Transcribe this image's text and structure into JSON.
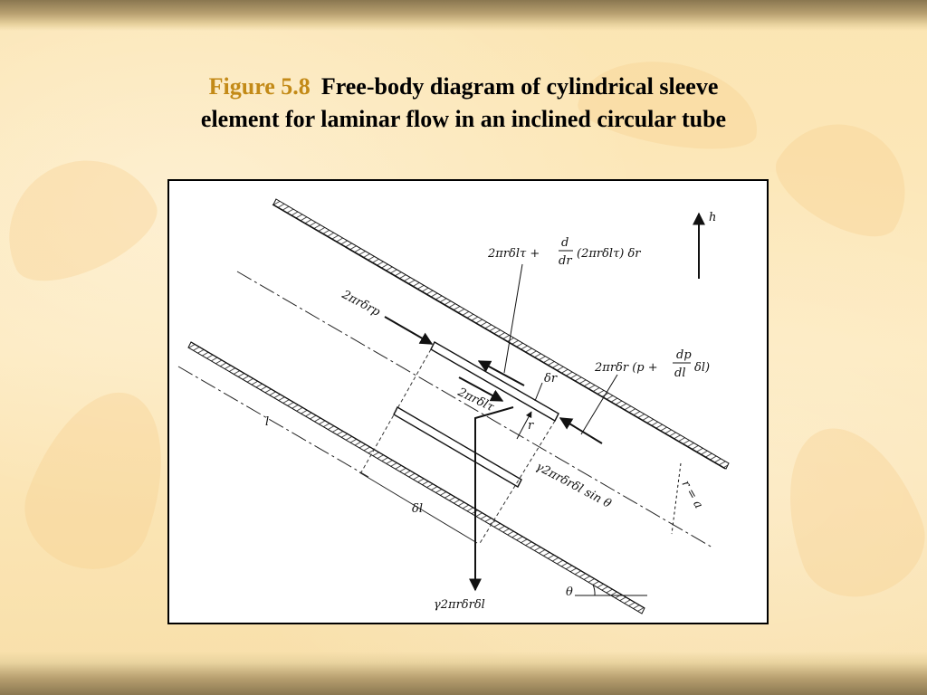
{
  "caption": {
    "figure_label": "Figure 5.8",
    "title_line1": "Free-body diagram of cylindrical sleeve",
    "title_line2": "element for laminar flow in an inclined circular tube"
  },
  "diagram": {
    "labels": {
      "h": "h",
      "shear_outer_a": "2πrδlτ +",
      "shear_outer_d": "d",
      "shear_outer_dr": "dr",
      "shear_outer_b": "(2πrδlτ) δr",
      "pressure_in": "2πrδrp",
      "pressure_out_a": "2πrδr (p +",
      "pressure_out_dp": "dp",
      "pressure_out_dl": "dl",
      "pressure_out_b": "δl)",
      "shear_inner": "2πrδlτ",
      "delta_r": "δr",
      "r": "r",
      "l": "l",
      "delta_l": "δl",
      "r_eq_a": "r = a",
      "weight_component": "γ2πrδrδl sin θ",
      "weight": "γ2πrδrδl",
      "theta": "θ"
    }
  }
}
